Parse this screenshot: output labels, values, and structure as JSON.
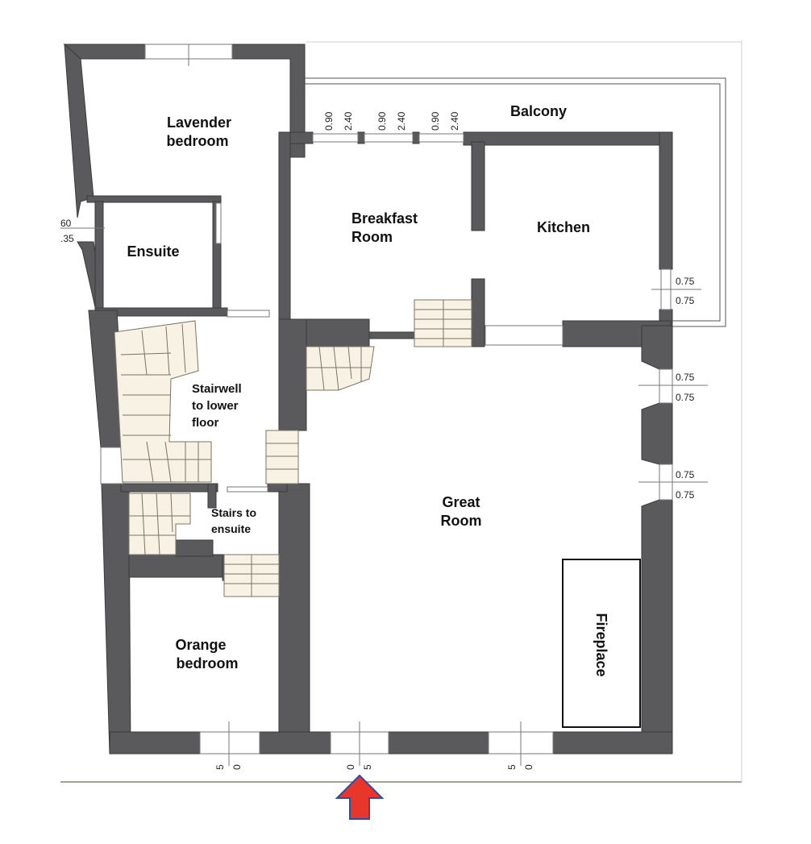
{
  "rooms": {
    "lavender_line1": "Lavender",
    "lavender_line2": "bedroom",
    "ensuite": "Ensuite",
    "balcony": "Balcony",
    "breakfast_line1": "Breakfast",
    "breakfast_line2": "Room",
    "kitchen": "Kitchen",
    "stairwell_line1": "Stairwell",
    "stairwell_line2": "to lower",
    "stairwell_line3": "floor",
    "stairs_ensuite_line1": "Stairs to",
    "stairs_ensuite_line2": "ensuite",
    "great_line1": "Great",
    "great_line2": "Room",
    "orange_line1": "Orange",
    "orange_line2": "bedroom",
    "fireplace": "Fireplace"
  },
  "dimensions": {
    "balcony_door_1a": "0.90",
    "balcony_door_1b": "2.40",
    "balcony_door_2a": "0.90",
    "balcony_door_2b": "2.40",
    "balcony_door_3a": "0.90",
    "balcony_door_3b": "2.40",
    "left_window_a": "60",
    "left_window_b": ".35",
    "kitchen_window_a": "0.75",
    "kitchen_window_b": "0.75",
    "great_window1_a": "0.75",
    "great_window1_b": "0.75",
    "great_window2_a": "0.75",
    "great_window2_b": "0.75",
    "bottom_window1_a": "5",
    "bottom_window1_b": "0",
    "bottom_window2_a": "0",
    "bottom_window2_b": "5",
    "bottom_window3_a": "5",
    "bottom_window3_b": "0"
  },
  "colors": {
    "wall": "#5a5a5c",
    "stairs": "#f7f2e3",
    "entrance_arrow": "#e8362a",
    "entrance_arrow_outline": "#2b4fa8"
  },
  "icons": {
    "entrance": "entrance-arrow-icon"
  }
}
